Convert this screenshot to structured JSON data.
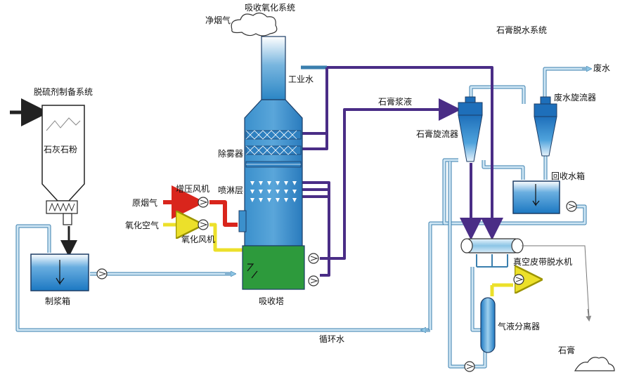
{
  "labels": {
    "absorption_oxidation_system": "吸收氧化系统",
    "clean_flue_gas": "净烟气",
    "gypsum_dewatering_system": "石膏脱水系统",
    "industrial_water": "工业水",
    "waste_water": "废水",
    "desulfurizer_prep_system": "脱硫剂制备系统",
    "gypsum_slurry": "石膏浆液",
    "waste_water_cyclone": "废水旋流器",
    "gypsum_cyclone": "石膏旋流器",
    "limestone_powder": "石灰石粉",
    "demister": "除雾器",
    "reclaimed_water_tank": "回收水箱",
    "booster_fan": "增压风机",
    "spray_layer": "喷淋层",
    "raw_flue_gas": "原烟气",
    "oxidation_air": "氧化空气",
    "oxidation_fan": "氧化风机",
    "vacuum_belt_filter": "真空皮带脱水机",
    "slurry_tank": "制浆箱",
    "absorber": "吸收塔",
    "gas_liquid_separator": "气液分离器",
    "circulating_water": "循环水",
    "gypsum": "石膏"
  },
  "colors": {
    "water_line": "#8fc6e4",
    "slurry_line": "#4a2d86",
    "raw_gas_line": "#d9251c",
    "oxidation_air_line": "#ece02a",
    "absorber_fill": "#2b86c5",
    "absorber_sump": "#2d9a3c",
    "tank_water": "#1c78c2"
  }
}
